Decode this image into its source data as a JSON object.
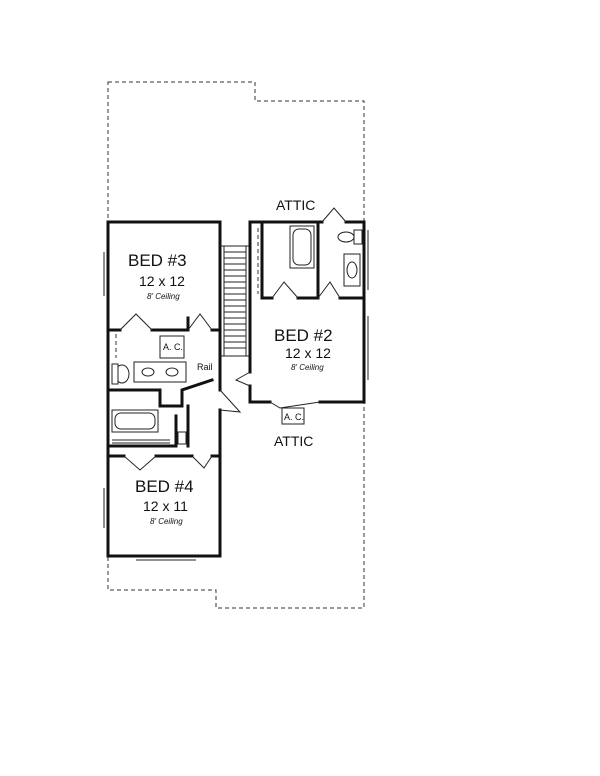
{
  "rooms": {
    "bed3": {
      "name": "BED #3",
      "size": "12 x 12",
      "ceiling": "8' Ceiling"
    },
    "bed2": {
      "name": "BED #2",
      "size": "12 x 12",
      "ceiling": "8' Ceiling"
    },
    "bed4": {
      "name": "BED #4",
      "size": "12 x 11",
      "ceiling": "8' Ceiling"
    }
  },
  "labels": {
    "attic_top": "ATTIC",
    "attic_bottom": "ATTIC",
    "ac_left": "A. C.",
    "ac_right": "A. C.",
    "rail": "Rail"
  }
}
